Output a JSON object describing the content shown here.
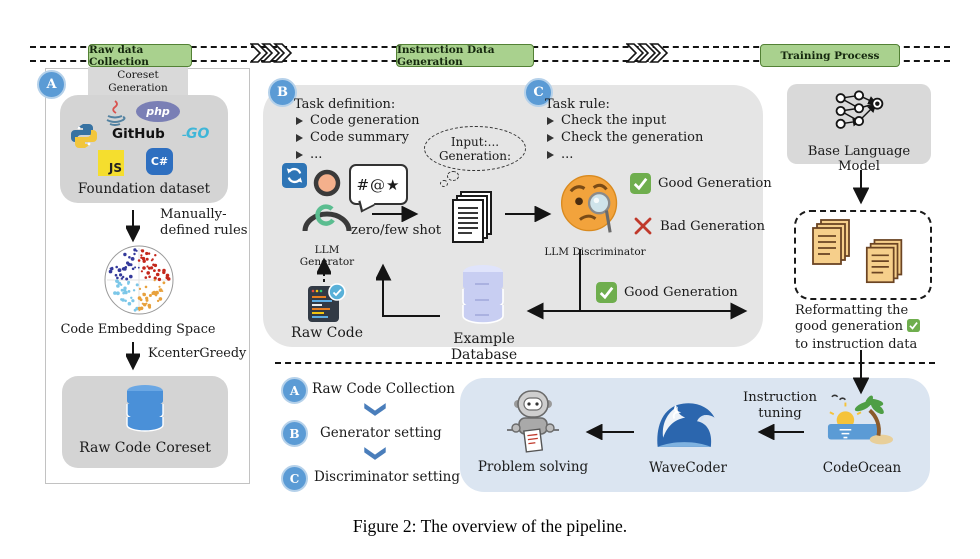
{
  "header": {
    "stages": [
      {
        "label": "Raw data Collection"
      },
      {
        "label": "Instruction Data Generation"
      },
      {
        "label": "Training Process"
      }
    ]
  },
  "panel_a": {
    "badge": "A",
    "title_line1": "Coreset",
    "title_line2": "Generation",
    "php_label": "php",
    "github_label": "GitHub",
    "go_label": "GO",
    "js_label": "JS",
    "csharp_label": "C#",
    "foundation_label": "Foundation dataset",
    "manual_rules_line1": "Manually-",
    "manual_rules_line2": "defined rules",
    "embedding_label": "Code Embedding Space",
    "kcenter_label": "KcenterGreedy",
    "coreset_label": "Raw Code Coreset"
  },
  "panel_b": {
    "badge": "B",
    "task_title": "Task definition:",
    "task_items": [
      "Code generation",
      "Code summary",
      "..."
    ],
    "cloud_line1": "Input:...",
    "cloud_line2": "Generation:",
    "bubble_text": "#@★",
    "shot_label": "zero/few shot",
    "generator_label": "LLM Generator",
    "raw_code_label": "Raw Code",
    "example_db_label": "Example Database"
  },
  "panel_c": {
    "badge": "C",
    "task_title": "Task rule:",
    "task_items": [
      "Check the input",
      "Check the generation",
      "..."
    ],
    "discriminator_label": "LLM Discriminator",
    "good_label": "Good Generation",
    "bad_label": "Bad Generation",
    "good_label2": "Good Generation"
  },
  "right": {
    "base_model_label": "Base Language Model",
    "reformat_line1": "Reformatting the",
    "reformat_line2": "good generation",
    "reformat_line3": "to instruction data"
  },
  "legend": {
    "items": [
      {
        "badge": "A",
        "label": "Raw Code Collection"
      },
      {
        "badge": "B",
        "label": "Generator setting"
      },
      {
        "badge": "C",
        "label": "Discriminator setting"
      }
    ]
  },
  "bottom": {
    "problem_label": "Problem solving",
    "wavecoder_label": "WaveCoder",
    "tuning_line1": "Instruction",
    "tuning_line2": "tuning",
    "codeocean_label": "CodeOcean"
  },
  "caption": "Figure 2: The overview of the pipeline.",
  "colors": {
    "stage_green": "#a9d18e",
    "stage_green_border": "#538135",
    "badge_blue": "#5b9bd5",
    "check_green": "#6fae4e",
    "cross_red": "#c0392b",
    "chevron_blue": "#4a7ebb",
    "bottom_blue": "#dbe5f1"
  }
}
